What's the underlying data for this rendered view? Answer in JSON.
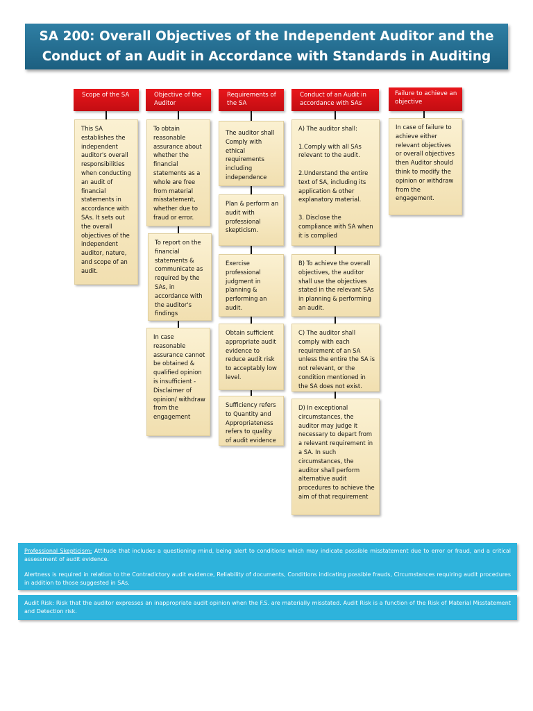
{
  "title": {
    "line1": "SA 200: Overall Objectives of the Independent Auditor and the",
    "line2": "Conduct of an Audit in Accordance with Standards in Auditing"
  },
  "columns": [
    {
      "header": "Scope of the SA",
      "boxes": [
        "This SA establishes the independent auditor's overall responsibilities when conducting an audit of financial statements in accordance with SAs. It sets out the overall objectives of the independent auditor, nature, and scope of an audit."
      ]
    },
    {
      "header": "Objective of the Auditor",
      "boxes": [
        "To obtain reasonable assurance about whether the financial statements as a whole are free from material misstatement, whether due to fraud or error.",
        "To report on the financial statements & communicate as required by the SAs, in accordance with the auditor's findings",
        "In case reasonable assurance cannot be obtained & qualified opinion is insufficient - Disclaimer of opinion/ withdraw from the engagement"
      ]
    },
    {
      "header": "Requirements of the SA",
      "boxes": [
        "The auditor shall Comply with ethical requirements including independence",
        "Plan & perform an audit with professional skepticism.",
        "Exercise professional judgment in planning & performing an audit.",
        "Obtain sufficient appropriate audit evidence to reduce audit risk to acceptably low level.",
        "Sufficiency refers to Quantity and Appropriateness refers to quality of audit evidence"
      ]
    },
    {
      "header": "Conduct of an Audit in accordance with SAs",
      "boxes": [
        "A) The auditor shall:\n\n1.Comply with all SAs relevant to the audit.\n\n2.Understand the entire text of SA, including its application & other explanatory material.\n\n3. Disclose the compliance with SA when it is complied",
        "B) To achieve the overall objectives, the auditor shall use the objectives stated in the relevant SAs in planning & performing an audit.",
        "C) The auditor shall comply with each requirement of an SA unless the entire the SA is not relevant, or the condition mentioned in the SA does not exist.",
        "D) In exceptional circumstances, the auditor may judge it necessary to depart from a relevant requirement in a SA. In such circumstances, the auditor shall perform alternative audit procedures to achieve the aim of that requirement"
      ]
    },
    {
      "header": "Failure to achieve an objective",
      "boxes": [
        "In case of failure to achieve either relevant objectives or overall objectives then Auditor should think to modify the opinion or withdraw from the engagement."
      ]
    }
  ],
  "notes": {
    "skepticism_term": "Professional Skepticism:",
    "skepticism_text": " Attitude that includes a questioning mind, being alert to conditions which may indicate possible misstatement due to error or fraud, and a critical assessment of audit evidence.",
    "alertness_text": "Alertness is required in relation to the Contradictory audit evidence, Reliability of documents, Conditions indicating possible frauds, Circumstances requiring audit procedures in addition to those suggested in SAs.",
    "audit_risk_text": "Audit Risk: Risk that the auditor expresses an inappropriate audit opinion when the F.S. are materially misstated. Audit Risk is a function of the Risk of Material Misstatement and Detection risk."
  },
  "colors": {
    "title_bg": "#1c5f80",
    "header_red": "#d41116",
    "box_bg": "#f6e7bf",
    "note_blue": "#2eb3dc"
  }
}
